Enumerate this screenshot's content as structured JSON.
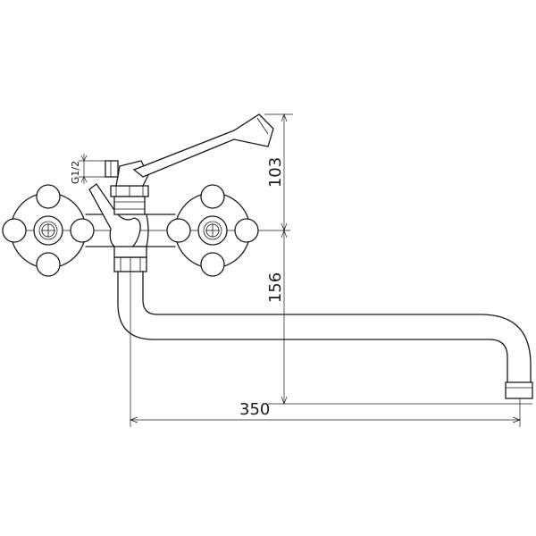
{
  "dimensions": {
    "height_top": "103",
    "height_bottom": "156",
    "width": "350",
    "thread": "G1/2"
  }
}
